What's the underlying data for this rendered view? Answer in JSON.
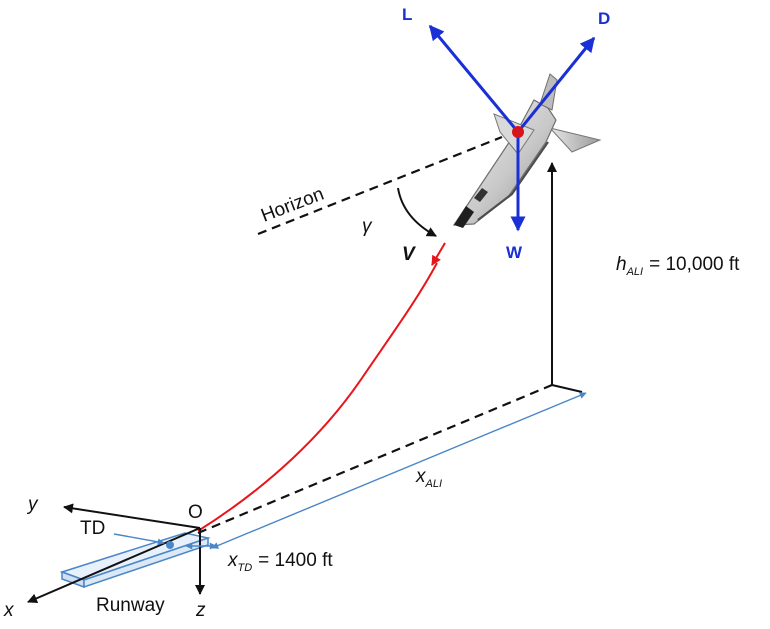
{
  "diagram": {
    "labels": {
      "lift": "L",
      "drag": "D",
      "weight": "W",
      "velocity": "V",
      "gamma": "γ",
      "horizon": "Horizon",
      "h_ali_sym": "h",
      "h_ali_sub": "ALI",
      "h_ali_value": "= 10,000 ft",
      "x_ali_sym": "x",
      "x_ali_sub": "ALI",
      "x_td_sym": "x",
      "x_td_sub": "TD",
      "x_td_value": "= 1400 ft",
      "origin": "O",
      "td": "TD",
      "runway": "Runway",
      "axis_x": "x",
      "axis_y": "y",
      "axis_z": "z"
    },
    "colors": {
      "force": "#1a2fd6",
      "trajectory": "#e8161b",
      "distance": "#4a86c8",
      "black": "#111111",
      "runway": "#4a86c8",
      "cg": "#d6131b"
    },
    "icons": [
      "space-shuttle-icon"
    ]
  }
}
